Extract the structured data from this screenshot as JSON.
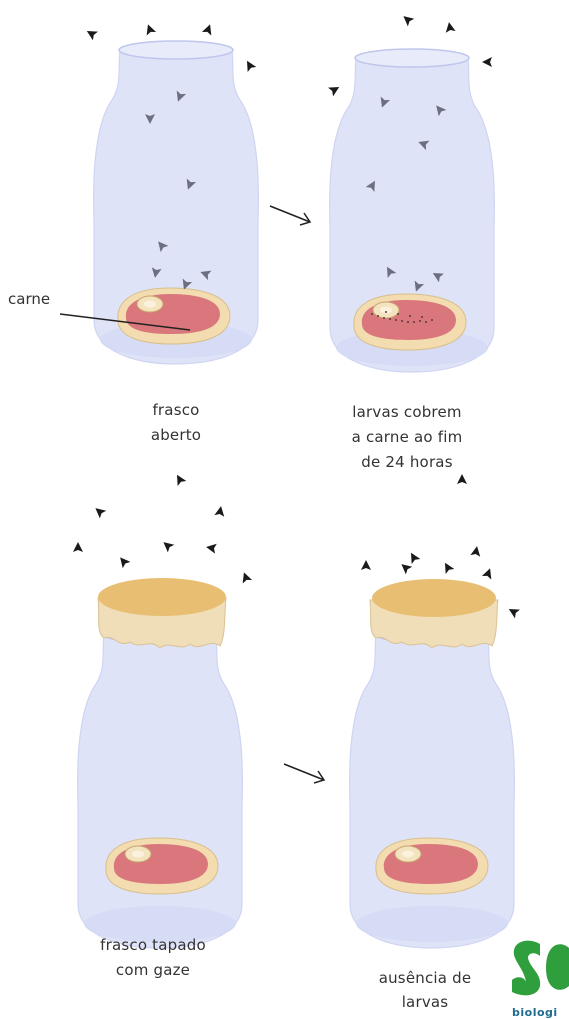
{
  "labels": {
    "carne": "carne"
  },
  "captions": {
    "open_jar": [
      "frasco",
      "aberto"
    ],
    "open_jar_result": [
      "larvas cobrem",
      "a carne ao fim",
      "de 24 horas"
    ],
    "covered_jar": [
      "frasco tapado",
      "com gaze"
    ],
    "covered_jar_result": [
      "ausência de",
      "larvas"
    ]
  },
  "logo": {
    "text": "biologi"
  },
  "colors": {
    "jar_fill": "#dfe3f7",
    "jar_stroke": "#c9cff0",
    "meat_fat": "#f2dcb0",
    "meat_lean": "#d9777c",
    "gauze": "#f0deb8",
    "gauze_top": "#e8be72",
    "fly": "#1a1a1a",
    "fly_inside": "#6c6f80",
    "logo_green": "#2f9e3d"
  }
}
